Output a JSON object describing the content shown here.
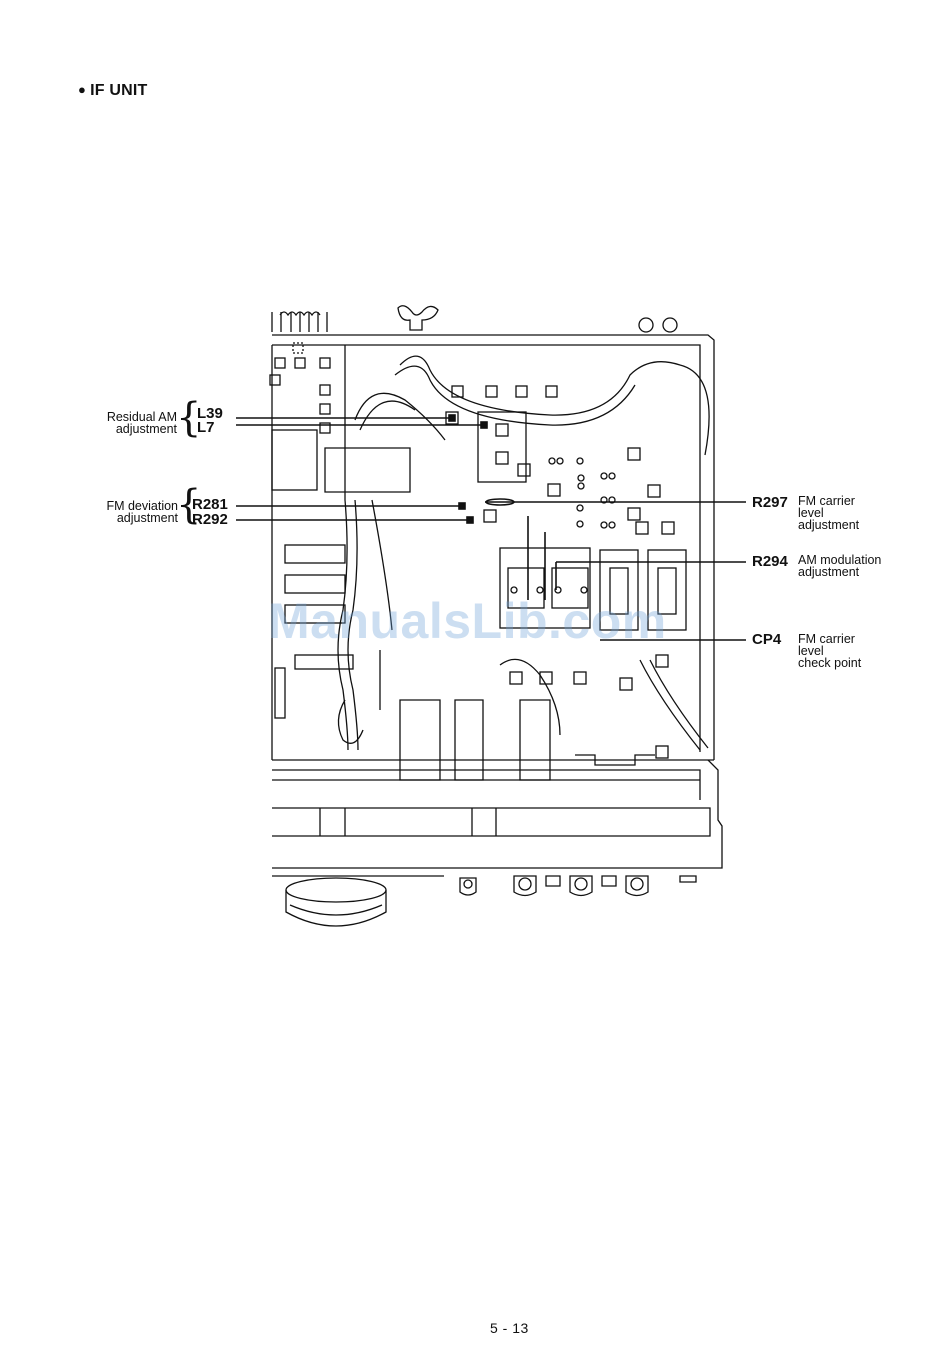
{
  "heading": {
    "bullet": "●",
    "title": "IF UNIT"
  },
  "left_callouts": [
    {
      "group_label_line1": "Residual AM",
      "group_label_line2": "adjustment",
      "refs": [
        "L39",
        "L7"
      ]
    },
    {
      "group_label_line1": "FM deviation",
      "group_label_line2": "adjustment",
      "refs": [
        "R281",
        "R292"
      ]
    }
  ],
  "right_callouts": [
    {
      "ref": "R297",
      "line1": "FM carrier",
      "line2": "level",
      "line3": "adjustment"
    },
    {
      "ref": "R294",
      "line1": "AM modulation",
      "line2": "adjustment",
      "line3": ""
    },
    {
      "ref": "CP4",
      "line1": "FM carrier",
      "line2": "level",
      "line3": "check point"
    }
  ],
  "watermark": "ManualsLib.com",
  "page_number": "5 - 13"
}
